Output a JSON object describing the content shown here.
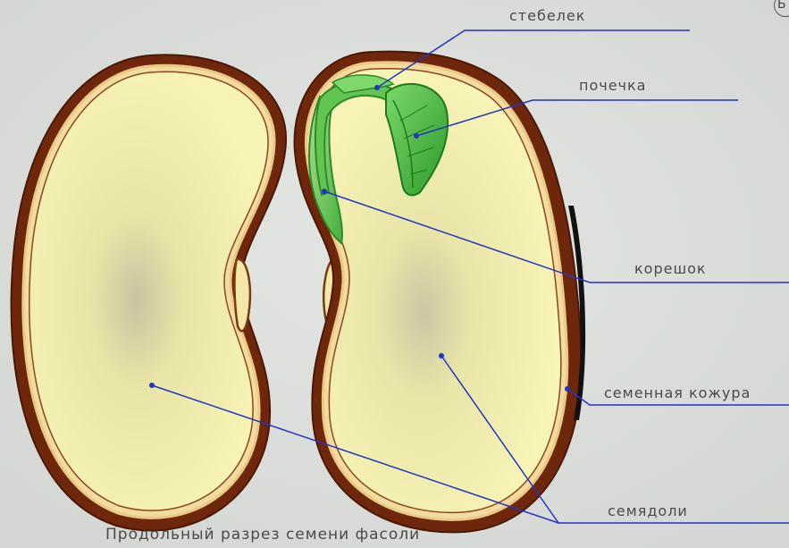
{
  "labels": {
    "stem": "стебелек",
    "bud": "почечка",
    "root": "корешок",
    "seed_coat": "семенная кожура",
    "cotyledons": "семядоли",
    "caption": "Продольный разрез семени фасоли",
    "corner_letter": "Б"
  },
  "colors": {
    "background": "#dde0dd",
    "seed_coat": "#7a2e0e",
    "cotyledon": "#f2efaa",
    "embryo": "#3fae3a",
    "leader_line": "#2432c8",
    "text": "#4a4a4a"
  }
}
